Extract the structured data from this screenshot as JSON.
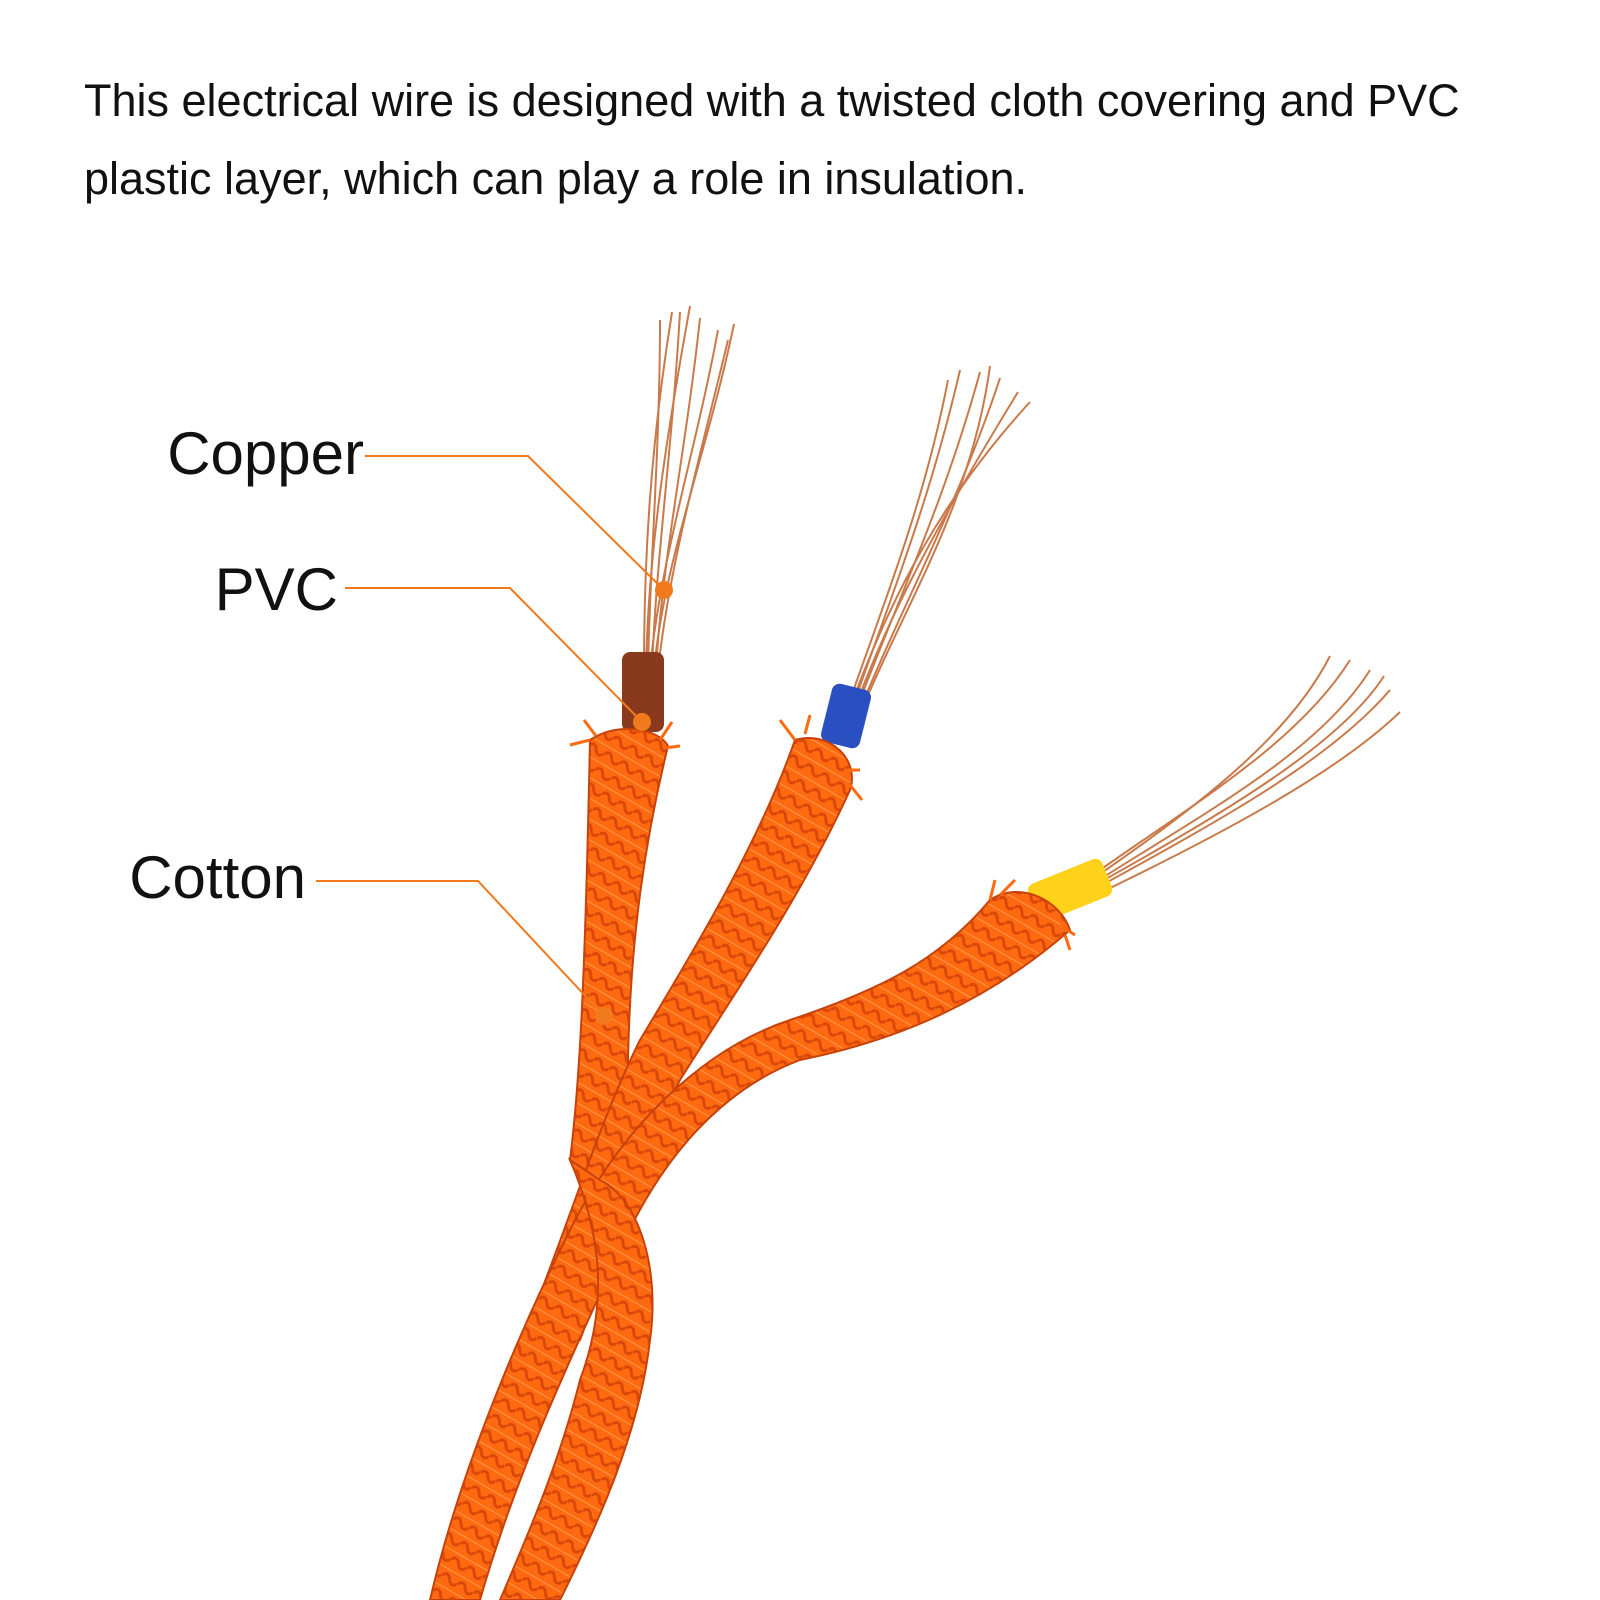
{
  "description": "This electrical wire is designed with a twisted cloth covering and PVC plastic layer, which can play a role in insulation.",
  "labels": {
    "copper": "Copper",
    "pvc": "PVC",
    "cotton": "Cotton"
  },
  "colors": {
    "braid": "#ff6a10",
    "braid_dark": "#d9480a",
    "braid_light": "#ff9a4c",
    "copper": "#c87a4a",
    "copper_light": "#f0b58c",
    "pvc_brown": "#8a3a1c",
    "pvc_blue": "#2a4fc0",
    "pvc_yellow": "#ffd21a",
    "leader": "#f07a1c"
  }
}
